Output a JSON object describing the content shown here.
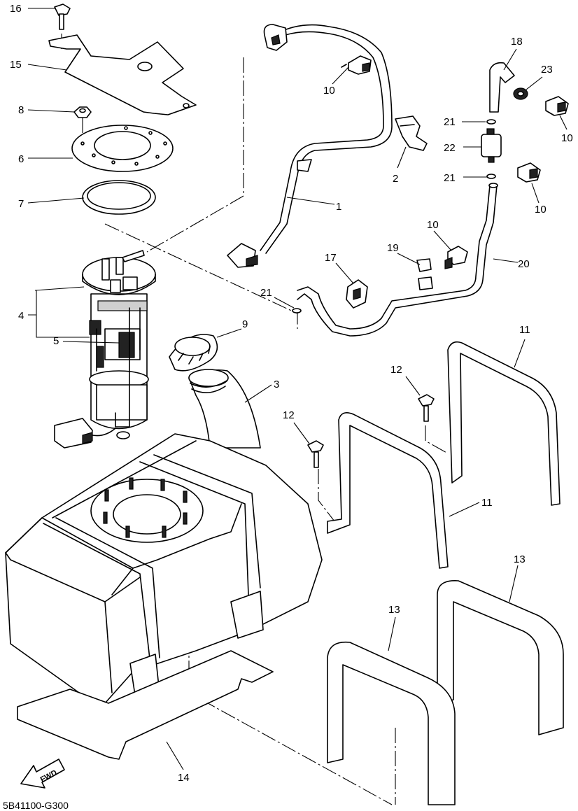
{
  "diagram_code": "5B41100-G300",
  "fwd_label": "FWD",
  "callouts": {
    "c16": "16",
    "c15": "15",
    "c8": "8",
    "c6": "6",
    "c7": "7",
    "c4": "4",
    "c5": "5",
    "c9": "9",
    "c3": "3",
    "c1": "1",
    "c10a": "10",
    "c2": "2",
    "c18": "18",
    "c23": "23",
    "c21a": "21",
    "c22": "22",
    "c21b": "21",
    "c10b": "10",
    "c10c": "10",
    "c10d": "10",
    "c19": "19",
    "c20": "20",
    "c17": "17",
    "c21c": "21",
    "c11a": "11",
    "c12a": "12",
    "c12b": "12",
    "c11b": "11",
    "c13a": "13",
    "c13b": "13",
    "c14": "14"
  }
}
